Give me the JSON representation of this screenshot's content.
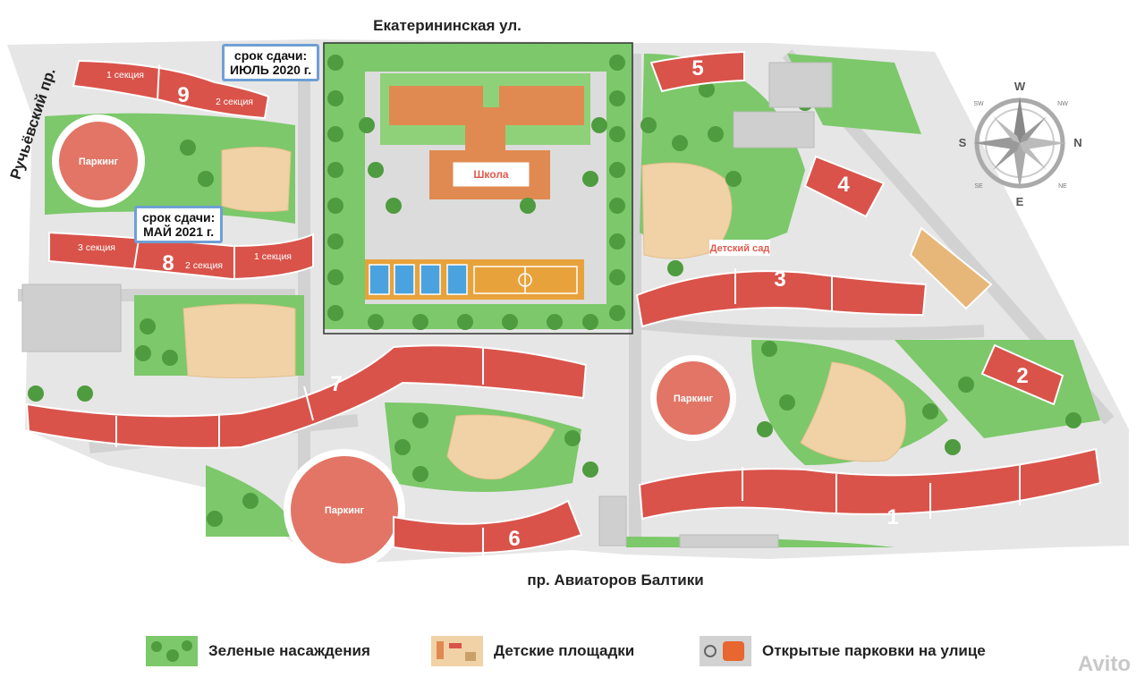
{
  "streets": {
    "north": "Екатерининская ул.",
    "west": "Ручьёвский пр.",
    "south": "пр. Авиаторов Балтики"
  },
  "school": {
    "label": "Школа"
  },
  "kindergarten": {
    "label": "Детский сад"
  },
  "parkings": [
    {
      "label": "Паркинг"
    },
    {
      "label": "Паркинг"
    },
    {
      "label": "Паркинг"
    }
  ],
  "buildings": [
    {
      "number": "1"
    },
    {
      "number": "2"
    },
    {
      "number": "3"
    },
    {
      "number": "4"
    },
    {
      "number": "5"
    },
    {
      "number": "6"
    },
    {
      "number": "7"
    },
    {
      "number": "8"
    },
    {
      "number": "9"
    }
  ],
  "sections": {
    "b9_s1": "1 секция",
    "b9_s2": "2 секция",
    "b8_s3": "3 секция",
    "b8_s2": "2 секция",
    "b8_s1": "1 секция"
  },
  "callouts": {
    "b9": {
      "line1": "срок сдачи:",
      "line2": "ИЮЛЬ 2020 г."
    },
    "b8": {
      "line1": "срок сдачи:",
      "line2": "МАЙ 2021 г."
    }
  },
  "compass": {
    "n": "N",
    "s": "S",
    "e": "E",
    "w": "W",
    "nw": "NW",
    "ne": "NE",
    "sw": "SW",
    "se": "SE"
  },
  "legend": {
    "green": "Зеленые насаждения",
    "playground": "Детские площадки",
    "parking": "Открытые парковки на улице"
  },
  "watermark": "Avito",
  "colors": {
    "building": "#d9534a",
    "parking_garage": "#e27566",
    "green": "#7cc86a",
    "tree": "#5aa64a",
    "playground": "#f0d2a6",
    "road": "#d8d8d8",
    "ground": "#efefef",
    "court_blue": "#4aa3df",
    "court_orange": "#e8a23c",
    "callout_border": "#6f9fd6"
  }
}
